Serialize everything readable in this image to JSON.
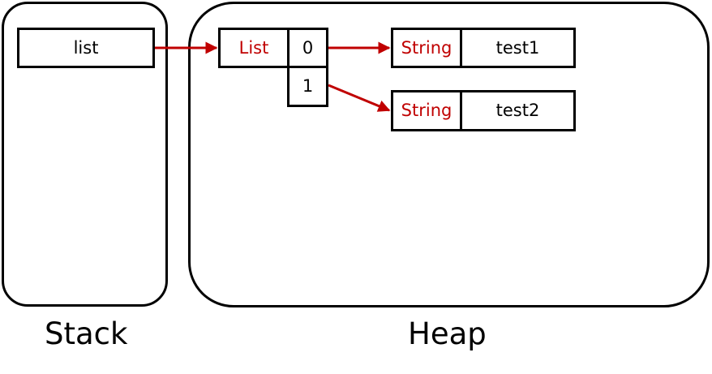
{
  "stack": {
    "label": "Stack",
    "variable": "list"
  },
  "heap": {
    "label": "Heap",
    "list_object": {
      "type": "List",
      "indices": [
        "0",
        "1"
      ]
    },
    "strings": [
      {
        "type": "String",
        "value": "test1"
      },
      {
        "type": "String",
        "value": "test2"
      }
    ]
  },
  "colors": {
    "reference_arrow": "#c00000",
    "type_text": "#c00000",
    "border": "#000000"
  }
}
